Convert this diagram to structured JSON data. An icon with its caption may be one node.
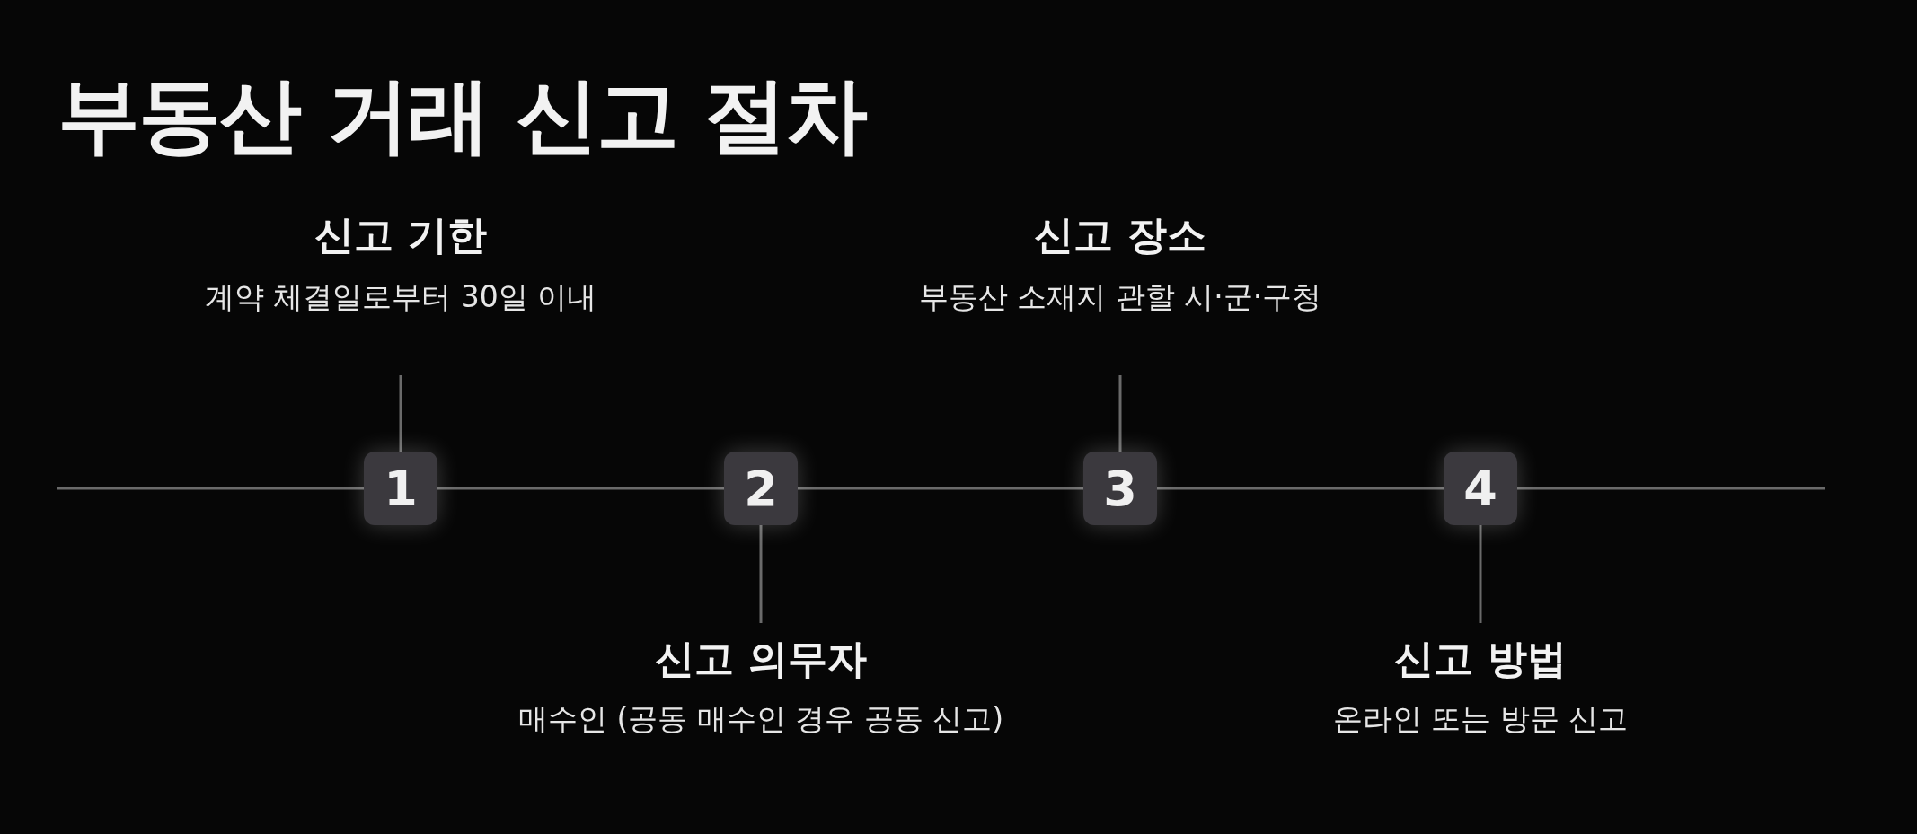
{
  "diagram": {
    "title": "부동산 거래 신고 절차",
    "nodes": [
      {
        "text": [
          "1"
        ]
      },
      {
        "text": [
          "신고 기한",
          "계약 체결일로부터 30일 이내"
        ]
      },
      {
        "text": [
          "2"
        ]
      },
      {
        "text": [
          "신고 의무자",
          "매수인 (공동 매수인 경우 공동 신고)"
        ]
      },
      {
        "text": [
          "3"
        ]
      },
      {
        "text": [
          "신고 장소",
          "부동산 소재지 관할 시·군·구청"
        ]
      },
      {
        "text": [
          "4"
        ]
      },
      {
        "text": [
          "신고 방법",
          "온라인 또는 방문 신고"
        ]
      }
    ],
    "edges": [
      {
        "from": null,
        "to": 0,
        "arrow": "none"
      },
      {
        "from": 0,
        "to": 2,
        "arrow": "none"
      },
      {
        "from": 2,
        "to": 4,
        "arrow": "none"
      },
      {
        "from": 4,
        "to": 6,
        "arrow": "none"
      },
      {
        "from": 6,
        "to": null,
        "arrow": "none"
      },
      {
        "from": 1,
        "to": 0,
        "arrow": "none"
      },
      {
        "from": 3,
        "to": 2,
        "arrow": "none"
      },
      {
        "from": 5,
        "to": 4,
        "arrow": "none"
      },
      {
        "from": 7,
        "to": 6,
        "arrow": "none"
      }
    ]
  }
}
